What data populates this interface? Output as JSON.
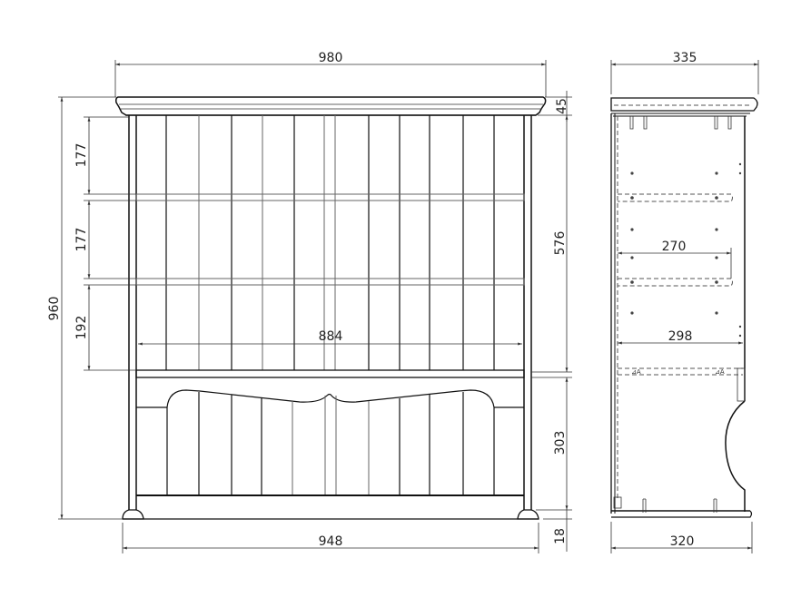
{
  "drawing": {
    "front_view": {
      "overall_width_top": "980",
      "cornice_height": "45",
      "overall_height": "960",
      "shelf_gap_1": "177",
      "shelf_gap_2": "177",
      "shelf_gap_3": "192",
      "upper_height": "576",
      "inner_width": "884",
      "lower_height": "303",
      "plinth_height": "18",
      "base_width": "948"
    },
    "side_view": {
      "top_depth": "335",
      "shelf_depth_1": "270",
      "shelf_depth_2": "298",
      "base_depth": "320"
    }
  }
}
